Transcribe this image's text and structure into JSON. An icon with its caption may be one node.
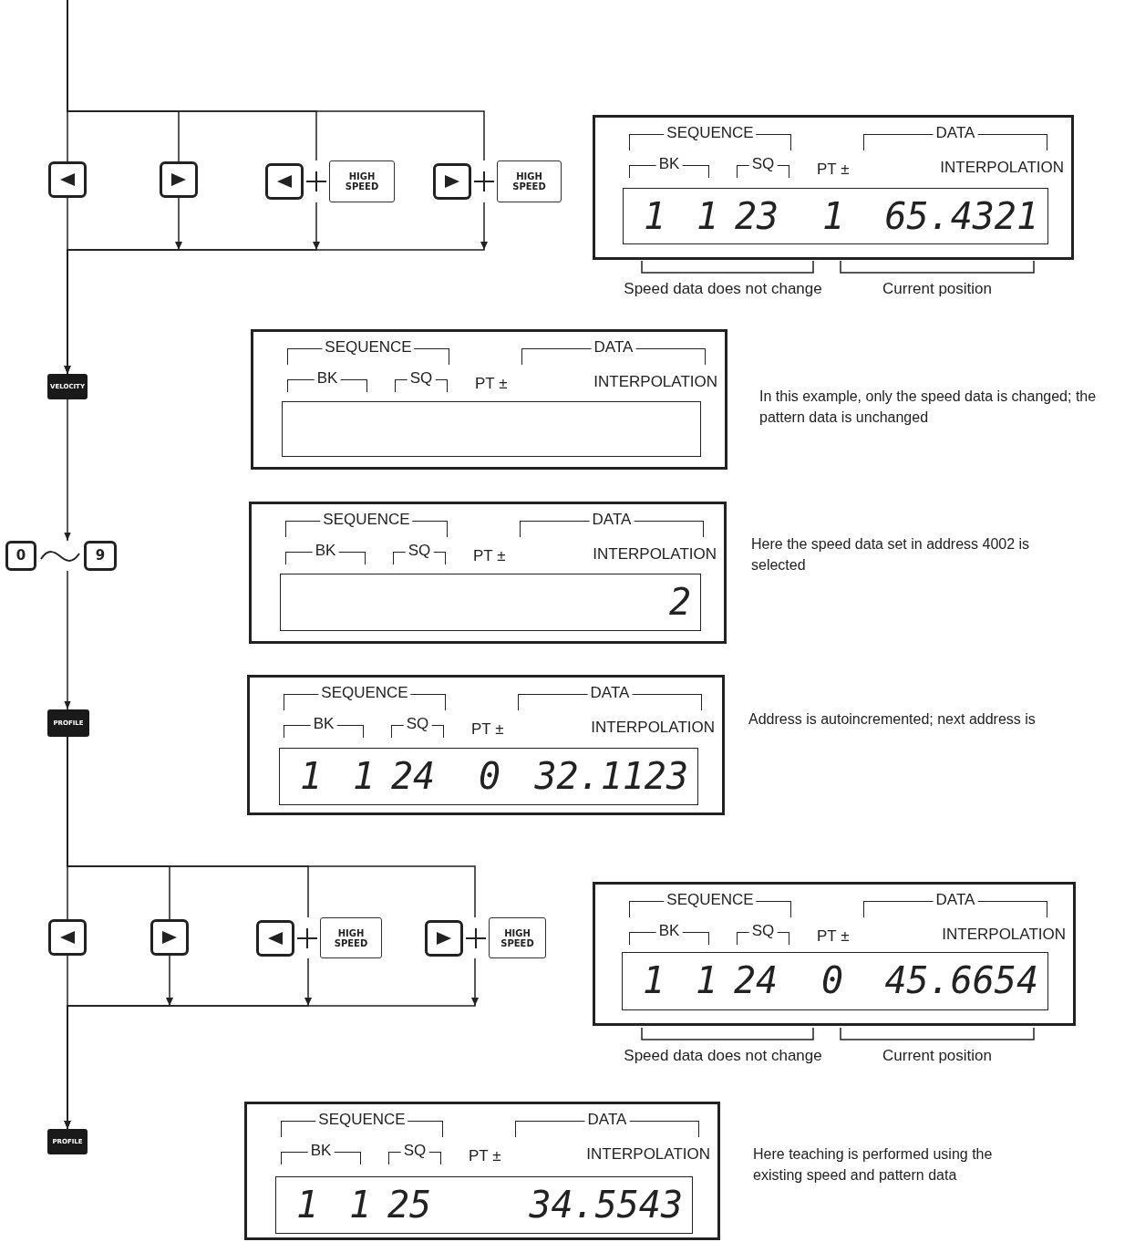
{
  "diagram": {
    "nodes": [
      {
        "text": [],
        "shape": "box"
      },
      {
        "text": [],
        "shape": "box"
      },
      {
        "text": [
          "HIGH SPEED"
        ]
      },
      {
        "text": [
          "HIGH SPEED"
        ]
      },
      {
        "text": [
          "SEQUENCE",
          "DATA",
          "BK",
          "SQ",
          "PT ±",
          "INTERPOLATION"
        ],
        "beside": [
          "Speed data does not change",
          "Current position"
        ]
      },
      {
        "text": [
          "1",
          "1",
          "23",
          "1",
          "65.4321"
        ],
        "in": 4
      },
      {
        "text": [
          "VELOCITY"
        ]
      },
      {
        "text": [
          "SEQUENCE",
          "DATA",
          "BK",
          "SQ",
          "PT ±",
          "INTERPOLATION"
        ],
        "beside": [
          "In this example, only the speed data is changed; the pattern data is unchanged"
        ]
      },
      {
        "text": [],
        "shape": "box",
        "in": 7
      },
      {
        "text": [
          "0",
          "9"
        ]
      },
      {
        "text": [
          "SEQUENCE",
          "DATA",
          "BK",
          "SQ",
          "PT ±",
          "INTERPOLATION"
        ],
        "beside": [
          "Here the speed data set in address 4002 is selected"
        ]
      },
      {
        "text": [
          "2"
        ],
        "in": 10
      },
      {
        "text": [
          "PROFILE"
        ]
      },
      {
        "text": [
          "SEQUENCE",
          "DATA",
          "BK",
          "SQ",
          "PT ±",
          "INTERPOLATION"
        ],
        "beside": [
          "Address is autoincremented; next address is"
        ]
      },
      {
        "text": [
          "1",
          "1",
          "24",
          "0",
          "32.1123"
        ],
        "in": 13
      },
      {
        "text": [],
        "shape": "box"
      },
      {
        "text": [],
        "shape": "box"
      },
      {
        "text": [
          "HIGH SPEED"
        ]
      },
      {
        "text": [
          "HIGH SPEED"
        ]
      },
      {
        "text": [
          "SEQUENCE",
          "DATA",
          "BK",
          "SQ",
          "PT ±",
          "INTERPOLATION"
        ],
        "beside": [
          "Speed data does not change",
          "Current position"
        ]
      },
      {
        "text": [
          "1",
          "1",
          "24",
          "0",
          "45.6654"
        ],
        "in": 19
      },
      {
        "text": [
          "PROFILE"
        ]
      },
      {
        "text": [
          "SEQUENCE",
          "DATA",
          "BK",
          "SQ",
          "PT ±",
          "INTERPOLATION"
        ],
        "beside": [
          "Here teaching is performed using the existing speed and pattern data"
        ]
      },
      {
        "text": [
          "1",
          "1",
          "25",
          "34.5543"
        ],
        "in": 22
      }
    ],
    "edges": [
      {
        "from": null,
        "to": 0,
        "arrow": "none"
      },
      {
        "from": null,
        "to": 1,
        "arrow": "none"
      },
      {
        "from": null,
        "to": 2,
        "arrow": "none"
      },
      {
        "from": null,
        "to": 3,
        "arrow": "none"
      },
      {
        "from": 0,
        "to": 6,
        "arrow": "to"
      },
      {
        "from": 1,
        "to": 6,
        "arrow": "to"
      },
      {
        "from": 2,
        "to": 6,
        "arrow": "to"
      },
      {
        "from": 3,
        "to": 6,
        "arrow": "to"
      },
      {
        "from": 6,
        "to": 9,
        "arrow": "to"
      },
      {
        "from": 9,
        "to": 12,
        "arrow": "to"
      },
      {
        "from": 12,
        "to": 15,
        "arrow": "none"
      },
      {
        "from": 12,
        "to": 16,
        "arrow": "none"
      },
      {
        "from": 12,
        "to": 17,
        "arrow": "none"
      },
      {
        "from": 12,
        "to": 18,
        "arrow": "none"
      },
      {
        "from": 15,
        "to": 21,
        "arrow": "to"
      },
      {
        "from": 16,
        "to": 21,
        "arrow": "to"
      },
      {
        "from": 17,
        "to": 21,
        "arrow": "to"
      },
      {
        "from": 18,
        "to": 21,
        "arrow": "to"
      }
    ]
  }
}
